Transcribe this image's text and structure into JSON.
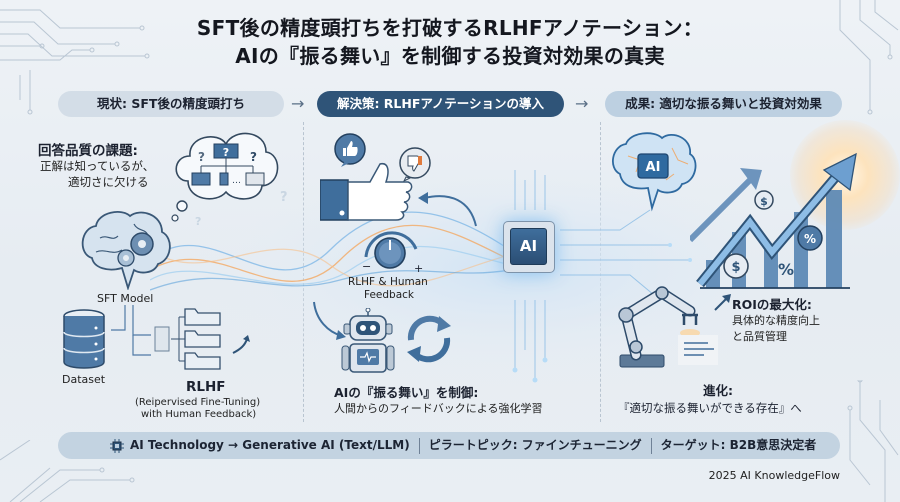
{
  "title": {
    "line1": "SFT後の精度頭打ちを打破するRLHFアノテーション：",
    "line2": "AIの『振る舞い』を制御する投資対効果の真実"
  },
  "flow": {
    "steps": [
      {
        "label": "現状: SFT後の精度頭打ち"
      },
      {
        "label": "解決策: RLHFアノテーションの導入"
      },
      {
        "label": "成果: 適切な振る舞いと投資対効果"
      }
    ],
    "arrow": "→"
  },
  "left_panel": {
    "issue_heading": "回答品質の課題:",
    "issue_line1": "正解は知っているが、",
    "issue_line2": "適切さに欠ける",
    "thought_marks": [
      "?",
      "?",
      "?",
      "…"
    ],
    "model_label": "SFT Model",
    "dataset_label": "Dataset",
    "rlhf_title": "RLHF",
    "rlhf_sub1": "(Reipervised Fine-Tuning)",
    "rlhf_sub2": "with Human Feedback)"
  },
  "center_panel": {
    "dial_minus": "−",
    "dial_plus": "+",
    "feedback_line1": "RLHF & Human",
    "feedback_line2": "Feedback",
    "chip_label": "AI",
    "control_heading": "AIの『振る舞い』を制御:",
    "control_sub": "人間からのフィードバックによる強化学習"
  },
  "right_panel": {
    "brain_chip_label": "AI",
    "roi_heading": "ROIの最大化:",
    "roi_line1": "具体的な精度向上",
    "roi_line2": "と品質管理",
    "evolution_heading": "進化:",
    "evolution_sub": "『適切な振る舞いができる存在』へ",
    "badges": [
      "$",
      "$",
      "%",
      "%"
    ]
  },
  "footer": {
    "tech": "AI Technology → Generative AI (Text/LLM)",
    "pillar": "ピラートピック: ファインチューニング",
    "target": "ターゲット: B2B意思決定者",
    "credit": "2025 AI KnowledgeFlow"
  },
  "colors": {
    "navy": "#2f5478",
    "mid_blue": "#4f7aa6",
    "light_blue": "#bdd0e1",
    "glow_orange": "#f4a45a",
    "background": "#eaeff4"
  }
}
